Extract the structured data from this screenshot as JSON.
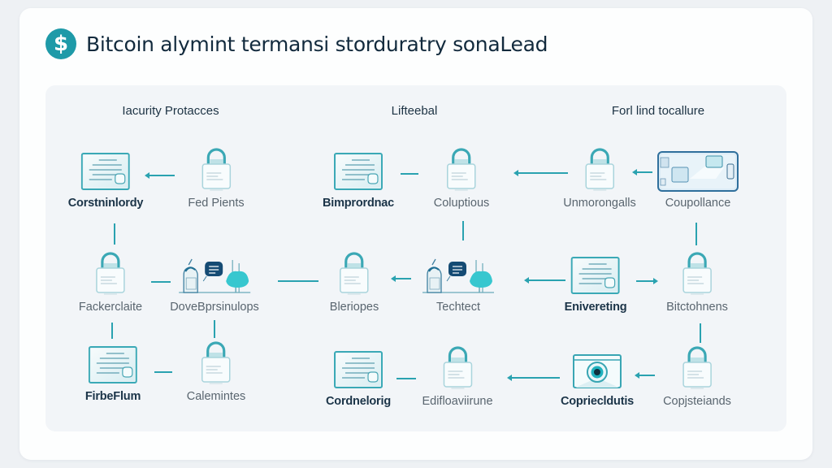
{
  "header": {
    "title": "Bitcoin alymint termansi storduratry sonaLead",
    "icon": "dollar-icon"
  },
  "colors": {
    "accent": "#1e9aa8",
    "connector": "#2aa2b0",
    "title_text": "#122a3d",
    "panel_bg": "#f2f5f8"
  },
  "sections": [
    {
      "heading": "Iacurity Protacces"
    },
    {
      "heading": "Lifteebal"
    },
    {
      "heading": "Forl lind tocallure"
    }
  ],
  "nodes": [
    {
      "label": "Corstninlordy",
      "icon": "document-icon"
    },
    {
      "label": "Fed Pients",
      "icon": "lock-icon"
    },
    {
      "label": "Bimprordnac",
      "icon": "document-icon"
    },
    {
      "label": "Coluptious",
      "icon": "lock-icon"
    },
    {
      "label": "Unmorongalls",
      "icon": "lock-icon"
    },
    {
      "label": "Coupollance",
      "icon": "dashboard-illustration-icon"
    },
    {
      "label": "Fackerclaite",
      "icon": "lock-icon"
    },
    {
      "label": "DoveBprsinulops",
      "icon": "workstation-illustration-icon"
    },
    {
      "label": "Bleriopes",
      "icon": "lock-icon"
    },
    {
      "label": "Techtect",
      "icon": "workstation-illustration-icon"
    },
    {
      "label": "Enivereting",
      "icon": "document-icon"
    },
    {
      "label": "Bitctohnens",
      "icon": "lock-icon"
    },
    {
      "label": "FirbeFlum",
      "icon": "document-icon"
    },
    {
      "label": "Calemintes",
      "icon": "lock-icon"
    },
    {
      "label": "Cordnelorig",
      "icon": "document-icon"
    },
    {
      "label": "Edifloaviirune",
      "icon": "lock-icon"
    },
    {
      "label": "Copriecldutis",
      "icon": "camera-window-icon"
    },
    {
      "label": "Copjsteiands",
      "icon": "lock-icon"
    }
  ]
}
